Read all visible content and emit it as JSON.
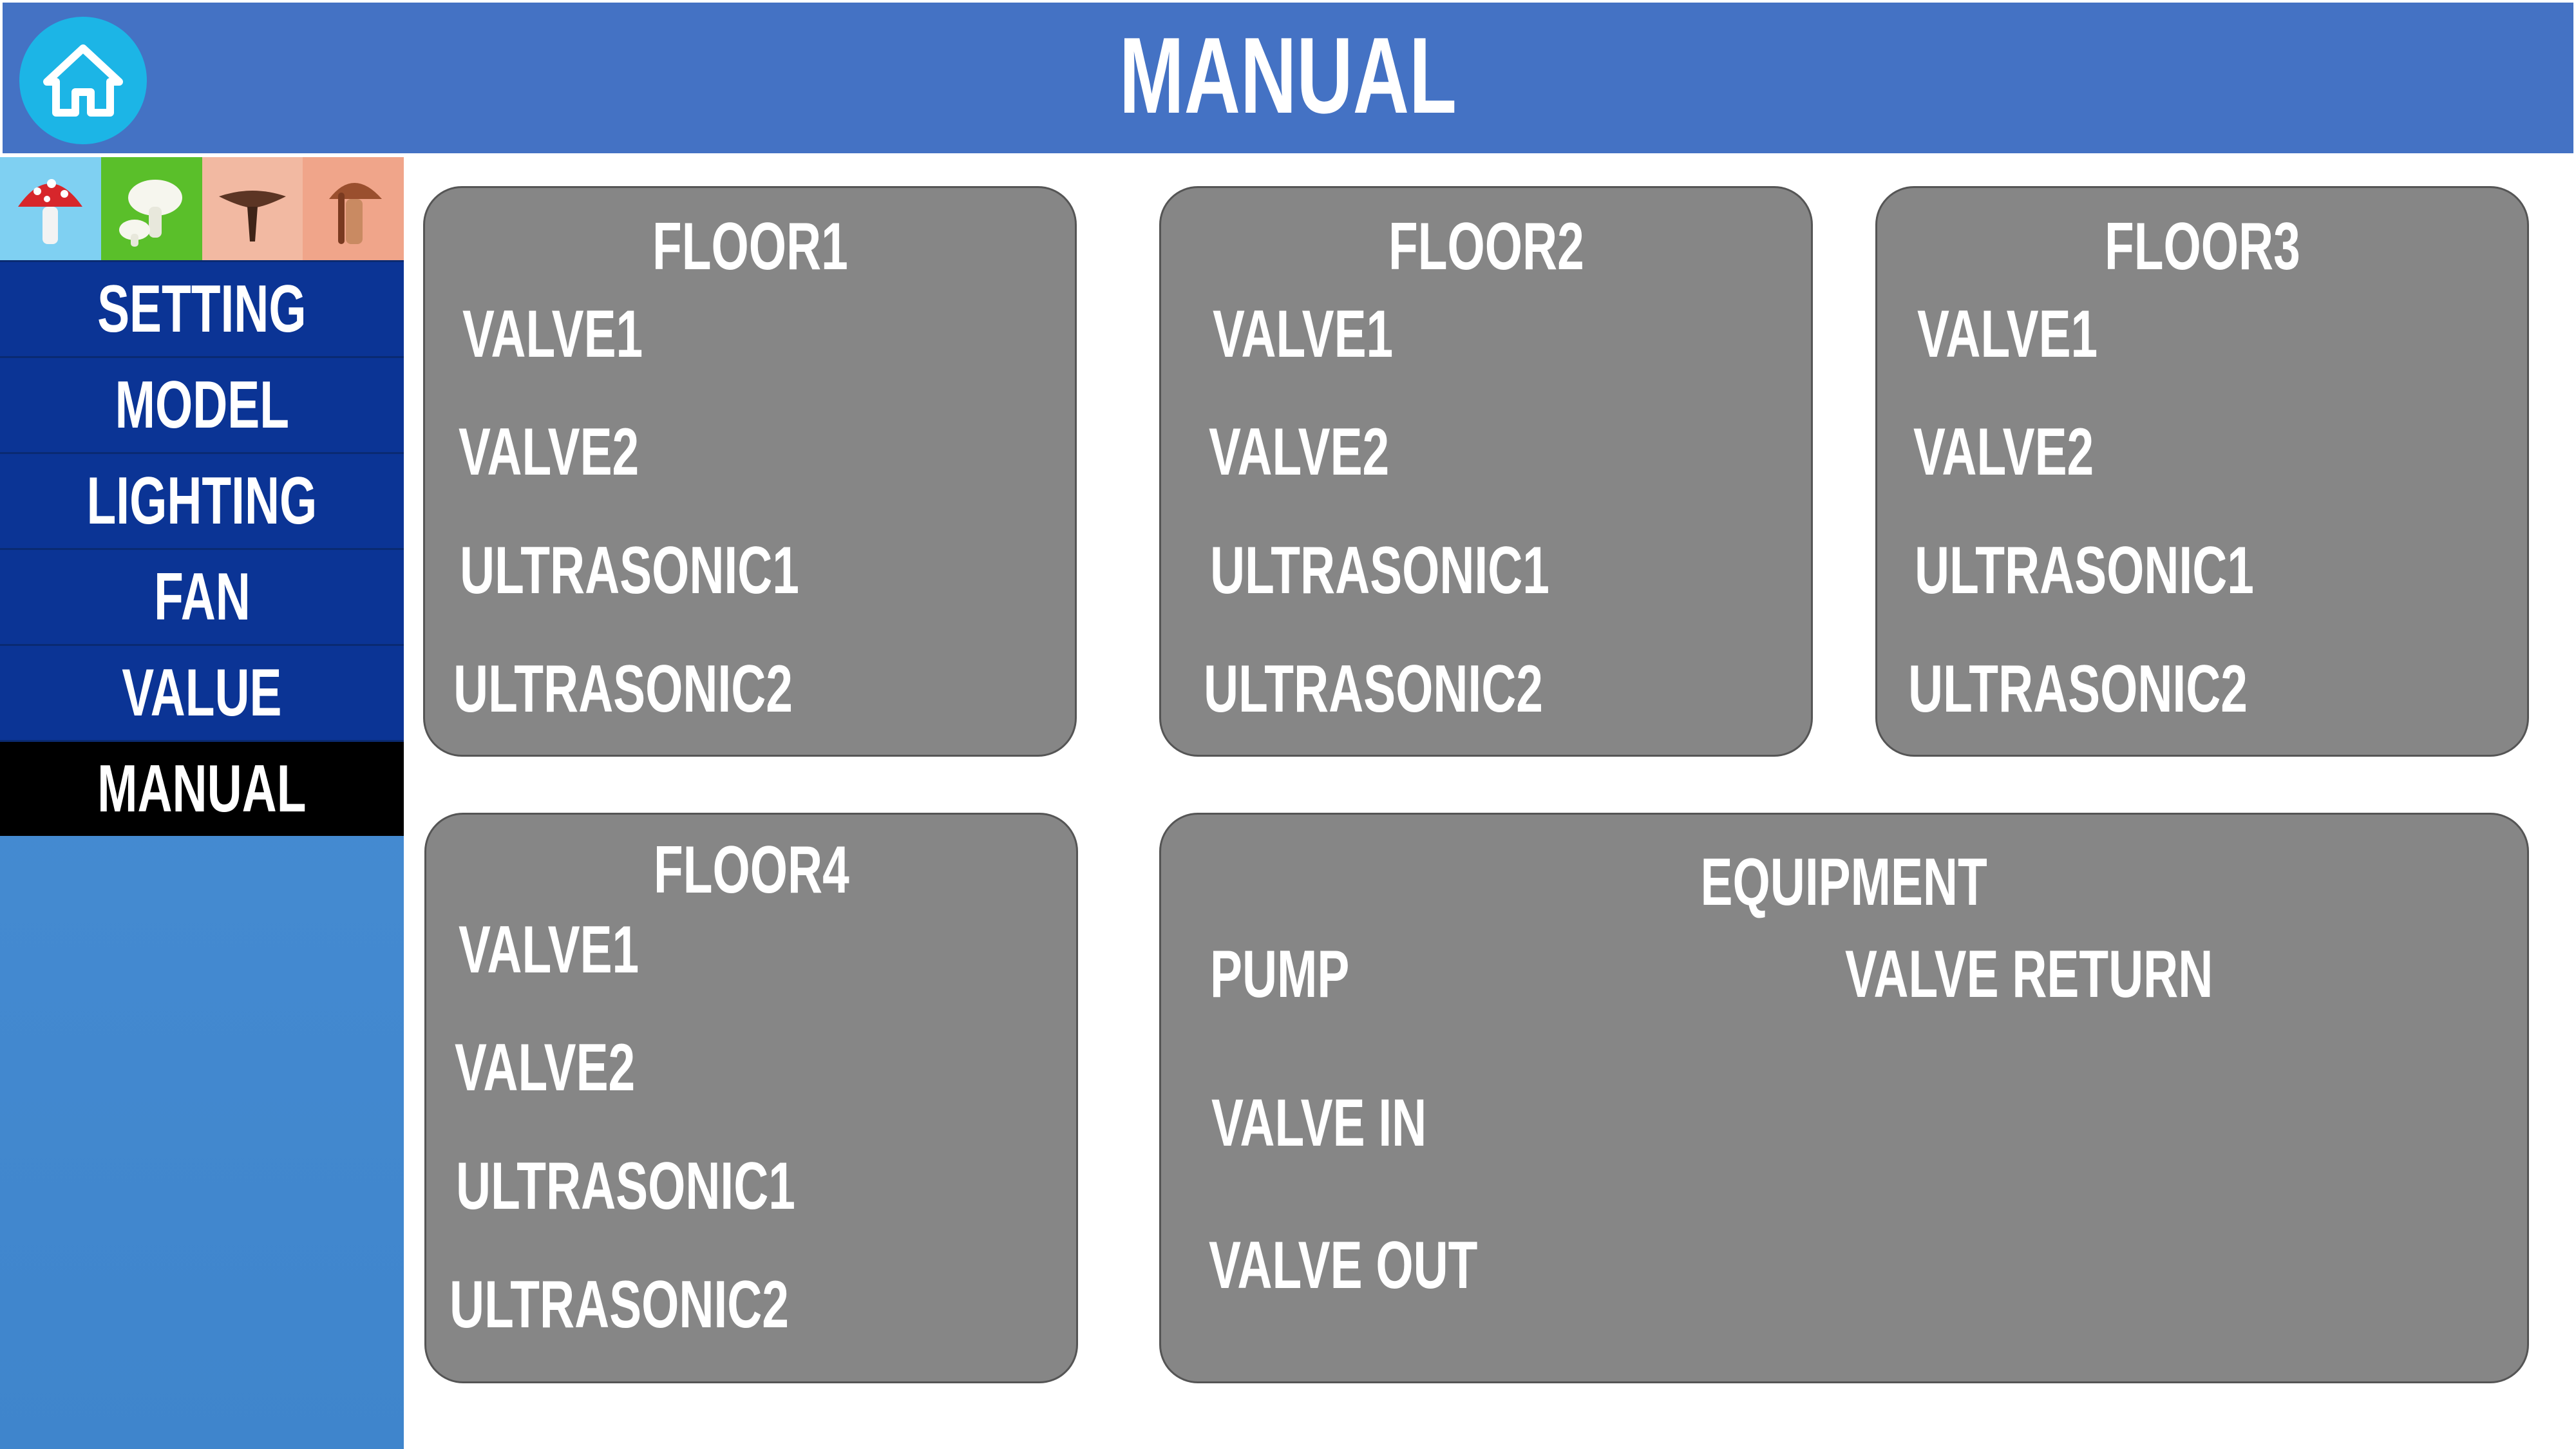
{
  "header": {
    "title": "MANUAL",
    "home_icon": "home-icon"
  },
  "sidebar": {
    "mushroom_icons": [
      "fly-agaric-icon",
      "white-mushroom-icon",
      "brown-cap-mushroom-icon",
      "tall-mushroom-icon"
    ],
    "items": [
      {
        "label": "SETTING"
      },
      {
        "label": "MODEL"
      },
      {
        "label": "LIGHTING"
      },
      {
        "label": "FAN"
      },
      {
        "label": "VALUE"
      },
      {
        "label": "MANUAL",
        "active": true
      }
    ]
  },
  "floors": [
    {
      "title": "FLOOR1",
      "rows": [
        "VALVE1",
        "VALVE2",
        "ULTRASONIC1",
        "ULTRASONIC2"
      ]
    },
    {
      "title": "FLOOR2",
      "rows": [
        "VALVE1",
        "VALVE2",
        "ULTRASONIC1",
        "ULTRASONIC2"
      ]
    },
    {
      "title": "FLOOR3",
      "rows": [
        "VALVE1",
        "VALVE2",
        "ULTRASONIC1",
        "ULTRASONIC2"
      ]
    },
    {
      "title": "FLOOR4",
      "rows": [
        "VALVE1",
        "VALVE2",
        "ULTRASONIC1",
        "ULTRASONIC2"
      ]
    }
  ],
  "equipment": {
    "title": "EQUIPMENT",
    "pump": "PUMP",
    "valve_return": "VALVE RETURN",
    "valve_in": "VALVE IN",
    "valve_out": "VALVE OUT"
  },
  "colors": {
    "header": "#4472c4",
    "home_button": "#1cb5e6",
    "nav": "#0b3495",
    "nav_active": "#000000",
    "panel": "#868686"
  }
}
